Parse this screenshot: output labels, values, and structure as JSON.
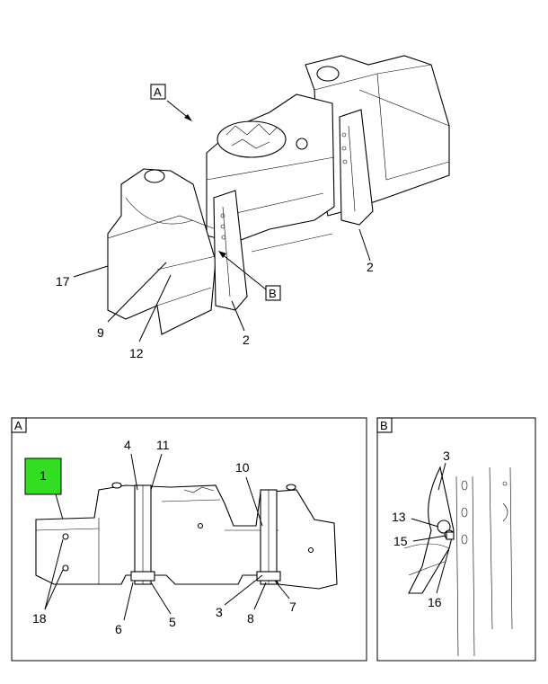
{
  "views": {
    "main_view_letter": "A",
    "detail_view_letter": "B",
    "panel_a_title": "A",
    "panel_b_title": "B"
  },
  "callouts": {
    "main": {
      "c17": "17",
      "c9": "9",
      "c12": "12",
      "c2a": "2",
      "c2b": "2"
    },
    "panel_a": {
      "c1": "1",
      "c4": "4",
      "c11": "11",
      "c10": "10",
      "c18": "18",
      "c6": "6",
      "c5": "5",
      "c3": "3",
      "c8": "8",
      "c7": "7"
    },
    "panel_b": {
      "c3": "3",
      "c13": "13",
      "c15": "15",
      "c16": "16"
    }
  },
  "colors": {
    "highlight": "#33dd22",
    "line": "#000000"
  }
}
